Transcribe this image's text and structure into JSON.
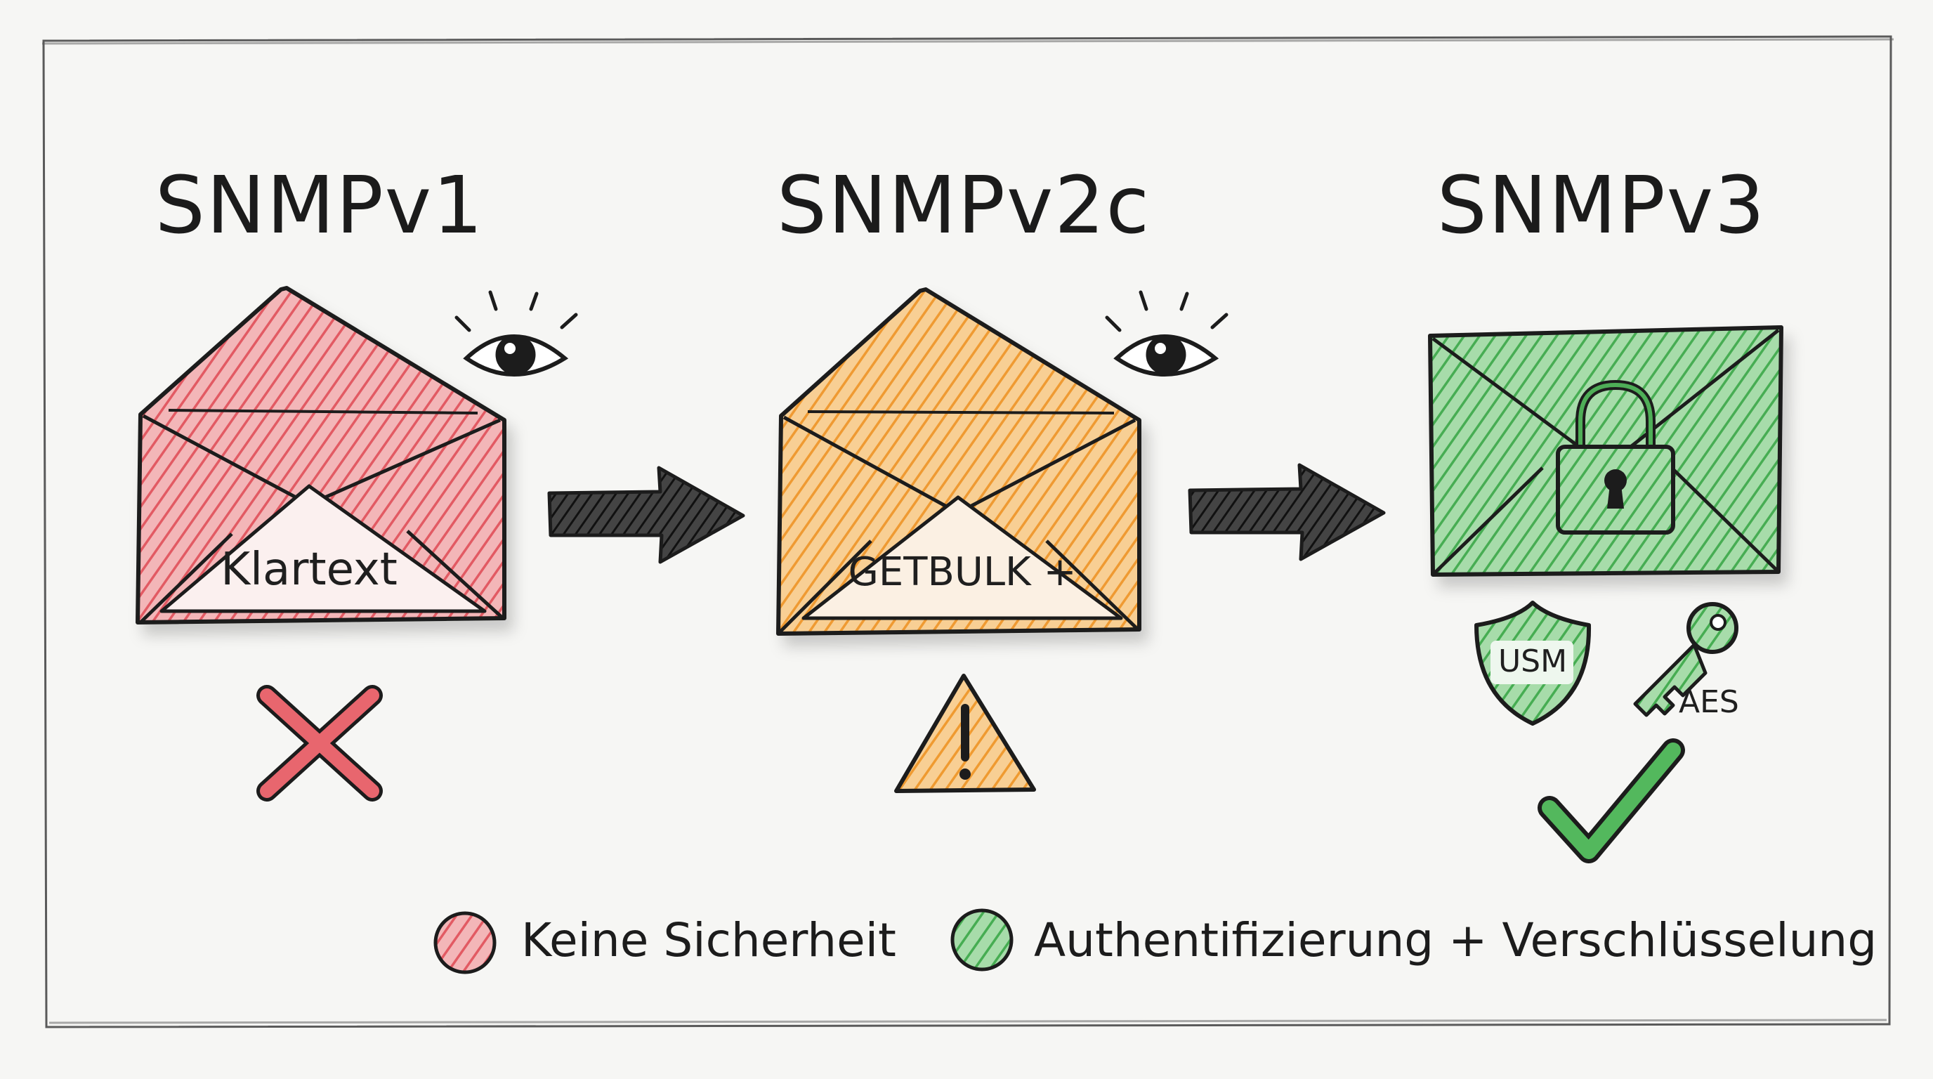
{
  "versions": [
    {
      "title": "SNMPv1",
      "envelope_text": "Klartext",
      "status_icon": "cross-icon",
      "color": "#e8666e"
    },
    {
      "title": "SNMPv2c",
      "envelope_text": "GETBULK +",
      "status_icon": "warning-icon",
      "color": "#f2a03a"
    },
    {
      "title": "SNMPv3",
      "envelope_text": "",
      "status_icon": "check-icon",
      "color": "#53b85d"
    }
  ],
  "v3_badges": {
    "shield": "USM",
    "key": "AES"
  },
  "legend": [
    {
      "label": "Keine Sicherheit",
      "color": "#e8666e"
    },
    {
      "label": "Authentifizierung + Verschlüsselung",
      "color": "#53b85d"
    }
  ],
  "colors": {
    "ink": "#1c1c1c",
    "arrow": "#2a2a2a",
    "frame": "#555555"
  }
}
